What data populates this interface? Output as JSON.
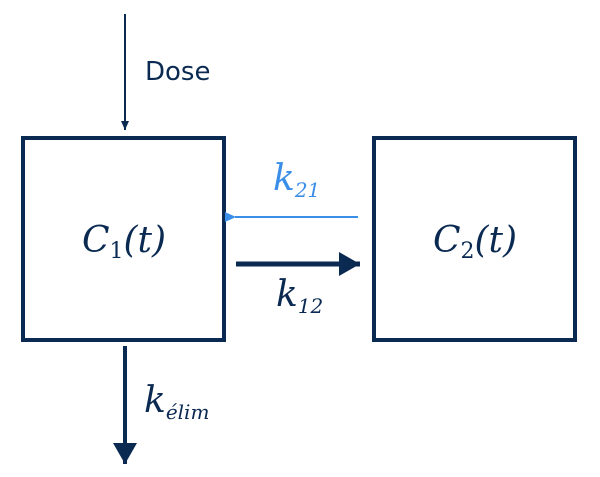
{
  "colors": {
    "primary": "#0b2a52",
    "accent": "#3a8ee8"
  },
  "dose": {
    "label": "Dose"
  },
  "compartment1": {
    "symbol": "C",
    "subscript": "1",
    "argument": "(t)"
  },
  "compartment2": {
    "symbol": "C",
    "subscript": "2",
    "argument": "(t)"
  },
  "rate_k21": {
    "symbol": "k",
    "subscript": "21"
  },
  "rate_k12": {
    "symbol": "k",
    "subscript": "12"
  },
  "rate_elim": {
    "symbol": "k",
    "subscript": "élim"
  }
}
